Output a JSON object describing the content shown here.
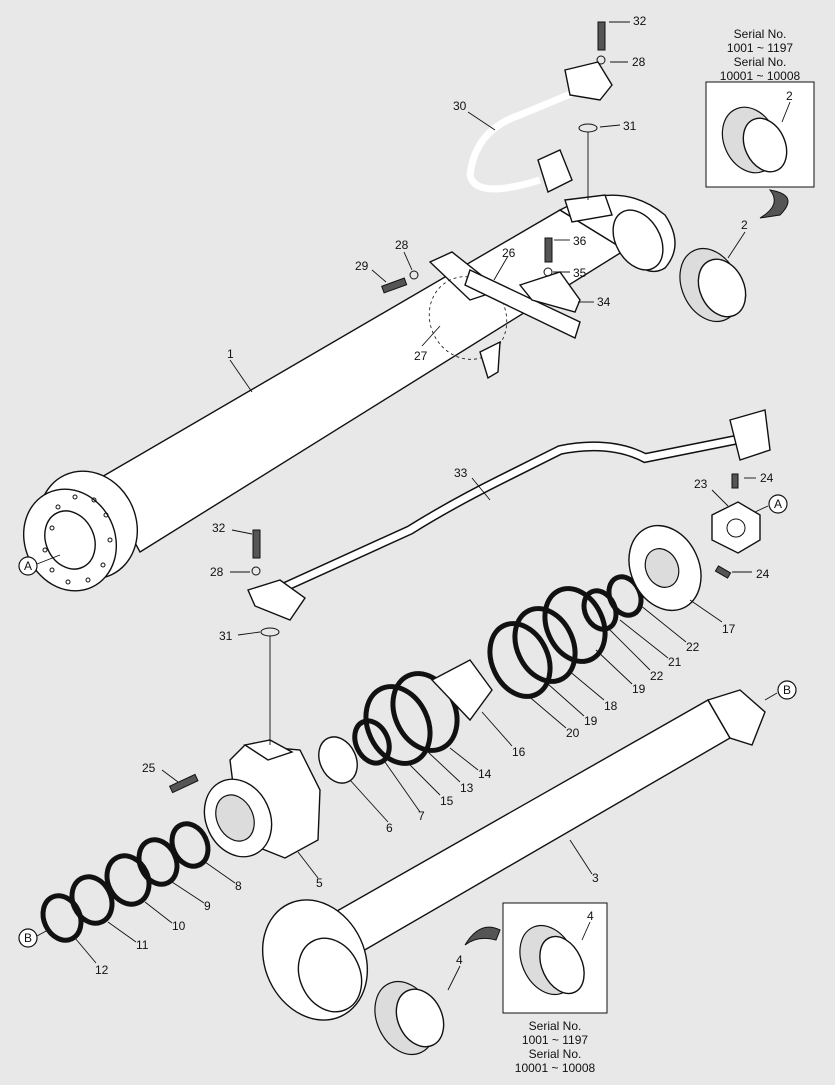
{
  "diagram": {
    "serial_notes": {
      "top": [
        "Serial No.",
        "1001 ~ 1197",
        "Serial No.",
        "10001 ~ 10008"
      ],
      "bottom": [
        "Serial No.",
        "1001 ~ 1197",
        "Serial No.",
        "10001 ~ 10008"
      ]
    },
    "ref_markers": {
      "a_top": "A",
      "a_left": "A",
      "b_top": "B",
      "b_left": "B"
    },
    "part_labels": {
      "p1": "1",
      "p2a": "2",
      "p2b": "2",
      "p3": "3",
      "p4a": "4",
      "p4b": "4",
      "p5": "5",
      "p6": "6",
      "p7": "7",
      "p8": "8",
      "p9": "9",
      "p10": "10",
      "p11": "11",
      "p12": "12",
      "p13": "13",
      "p14": "14",
      "p15": "15",
      "p16": "16",
      "p17": "17",
      "p18": "18",
      "p19a": "19",
      "p19b": "19",
      "p20": "20",
      "p21": "21",
      "p22a": "22",
      "p22b": "22",
      "p23": "23",
      "p24a": "24",
      "p24b": "24",
      "p25": "25",
      "p26": "26",
      "p27": "27",
      "p28a": "28",
      "p28b": "28",
      "p28c": "28",
      "p29": "29",
      "p30": "30",
      "p31a": "31",
      "p31b": "31",
      "p32a": "32",
      "p32b": "32",
      "p33": "33",
      "p34": "34",
      "p35": "35",
      "p36": "36"
    }
  }
}
